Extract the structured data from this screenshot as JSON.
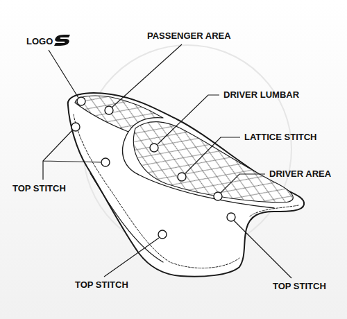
{
  "diagram": {
    "labels": [
      "LOGO",
      "PASSENGER AREA",
      "DRIVER LUMBAR",
      "LATTICE STITCH",
      "DRIVER AREA",
      "TOP STITCH",
      "TOP STITCH",
      "TOP STITCH"
    ]
  }
}
